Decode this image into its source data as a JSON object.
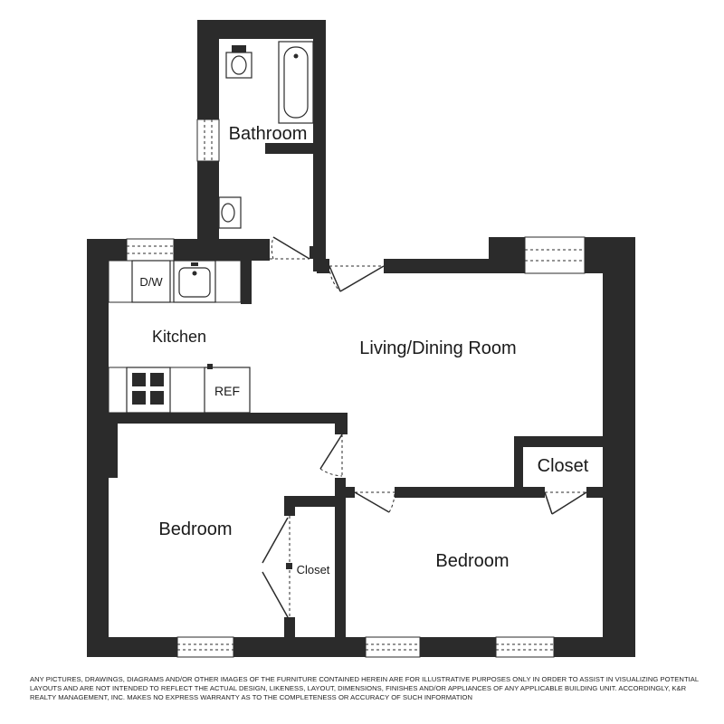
{
  "floorplan": {
    "rooms": {
      "bathroom": "Bathroom",
      "kitchen": "Kitchen",
      "living_dining": "Living/Dining Room",
      "bedroom_left": "Bedroom",
      "bedroom_right": "Bedroom",
      "closet_main": "Closet",
      "closet_small": "Closet"
    },
    "appliances": {
      "dishwasher": "D/W",
      "refrigerator": "REF"
    }
  },
  "disclaimer": "ANY PICTURES, DRAWINGS, DIAGRAMS AND/OR OTHER IMAGES OF THE FURNITURE CONTAINED HEREIN ARE FOR ILLUSTRATIVE PURPOSES ONLY IN ORDER TO ASSIST IN VISUALIZING POTENTIAL LAYOUTS AND ARE NOT INTENDED TO REFLECT THE ACTUAL DESIGN, LIKENESS, LAYOUT, DIMENSIONS, FINISHES AND/OR APPLIANCES OF ANY APPLICABLE BUILDING UNIT. ACCORDINGLY, K&R REALTY MANAGEMENT, INC. MAKES NO EXPRESS WARRANTY AS TO THE COMPLETENESS OR ACCURACY OF SUCH INFORMATION",
  "colors": {
    "wall": "#2b2b2b",
    "background": "#ffffff"
  }
}
